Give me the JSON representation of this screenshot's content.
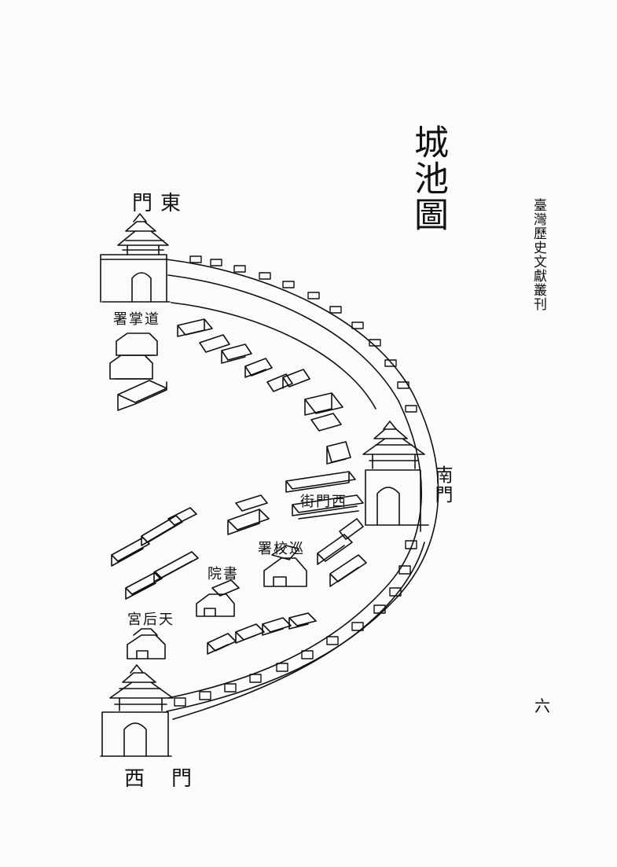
{
  "page": {
    "title": "城池圖",
    "series": "臺灣歷史文獻叢刊",
    "page_number": "六"
  },
  "map": {
    "gates": {
      "east": "門東",
      "south": "南門",
      "west": "西門"
    },
    "buildings": {
      "office_upper": "署掌道",
      "temple_tianhou": "宮后天",
      "academy": "院書",
      "office_inspector": "署校巡",
      "street_label": "街門西"
    }
  }
}
